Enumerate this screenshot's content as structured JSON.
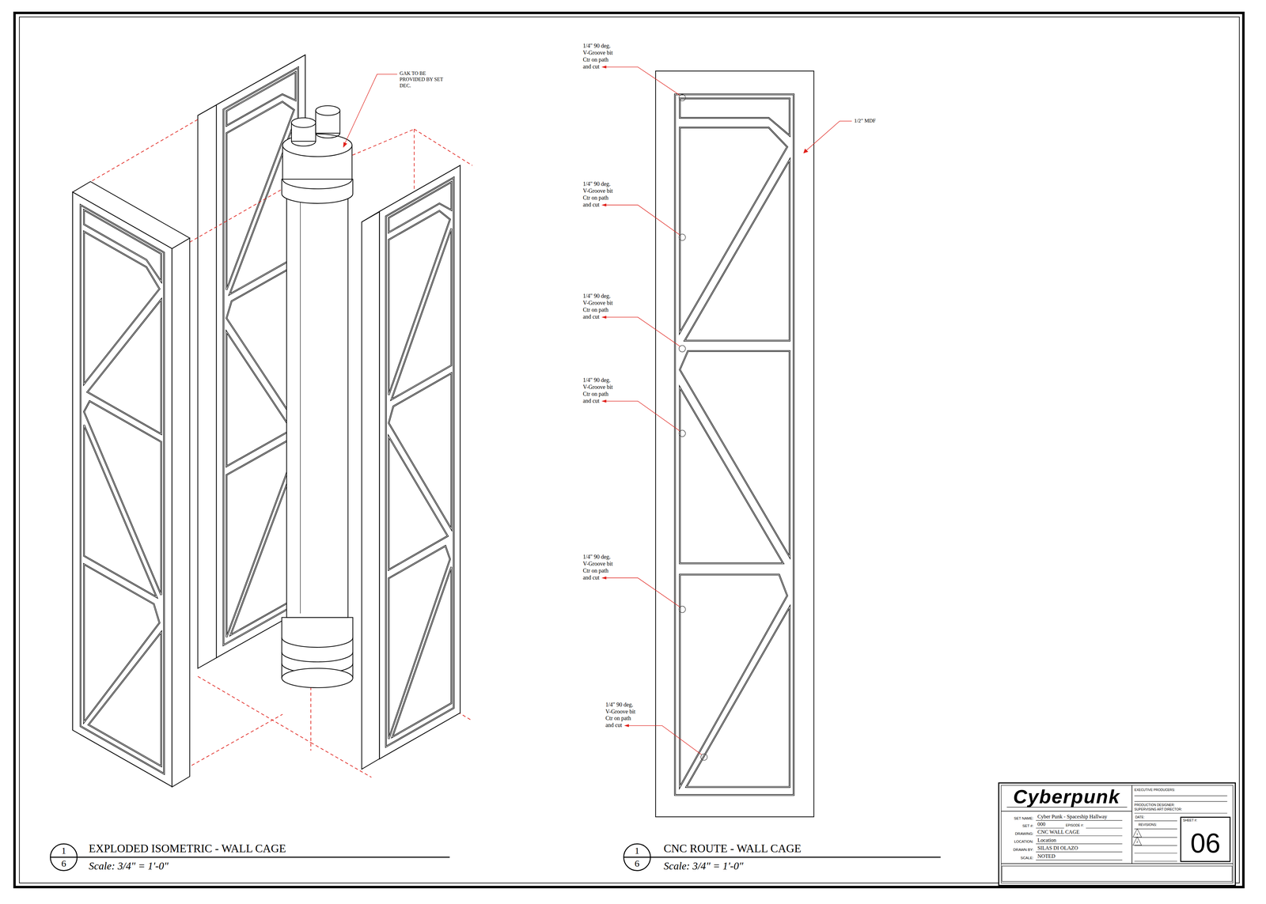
{
  "diagram": {
    "nodes": [
      {
        "text": [
          "1",
          "6"
        ]
      },
      {
        "text": [
          "1",
          "6"
        ]
      },
      {
        "text": [
          "SHEET #:",
          "06"
        ]
      }
    ],
    "labels": [
      "GAK TO BE PROVIDED BY SET DEC.",
      "1/4\" 90 deg. V-Groove bit Ctr on path and cut",
      "1/4\" 90 deg. V-Groove bit Ctr on path and cut",
      "1/4\" 90 deg. V-Groove bit Ctr on path and cut",
      "1/4\" 90 deg. V-Groove bit Ctr on path and cut",
      "1/4\" 90 deg. V-Groove bit Ctr on path and cut",
      "1/4\" 90 deg. V-Groove bit Ctr on path and cut",
      "1/2\" MDF",
      "EXPLODED ISOMETRIC - WALL CAGE",
      "Scale: 3/4\" = 1'-0\"",
      "CNC ROUTE - WALL CAGE",
      "Scale: 3/4\" = 1'-0\"",
      "Cyberpunk",
      "EXECUTIVE PRODUCERS:",
      "PRODUCTION DESIGNER:",
      "SUPERVISING ART DIRECTOR:",
      "SET NAME:",
      "Cyber Punk - Spaceship Hallway",
      "SET #:",
      "000",
      "EPISODE #:",
      "DRAWING:",
      "CNC WALL CAGE",
      "LOCATION:",
      "Location",
      "DRAWN BY:",
      "SILAS DI OLAZO",
      "SCALE:",
      "NOTED",
      "DATE:",
      "REVISIONS:",
      "1",
      "2"
    ]
  }
}
